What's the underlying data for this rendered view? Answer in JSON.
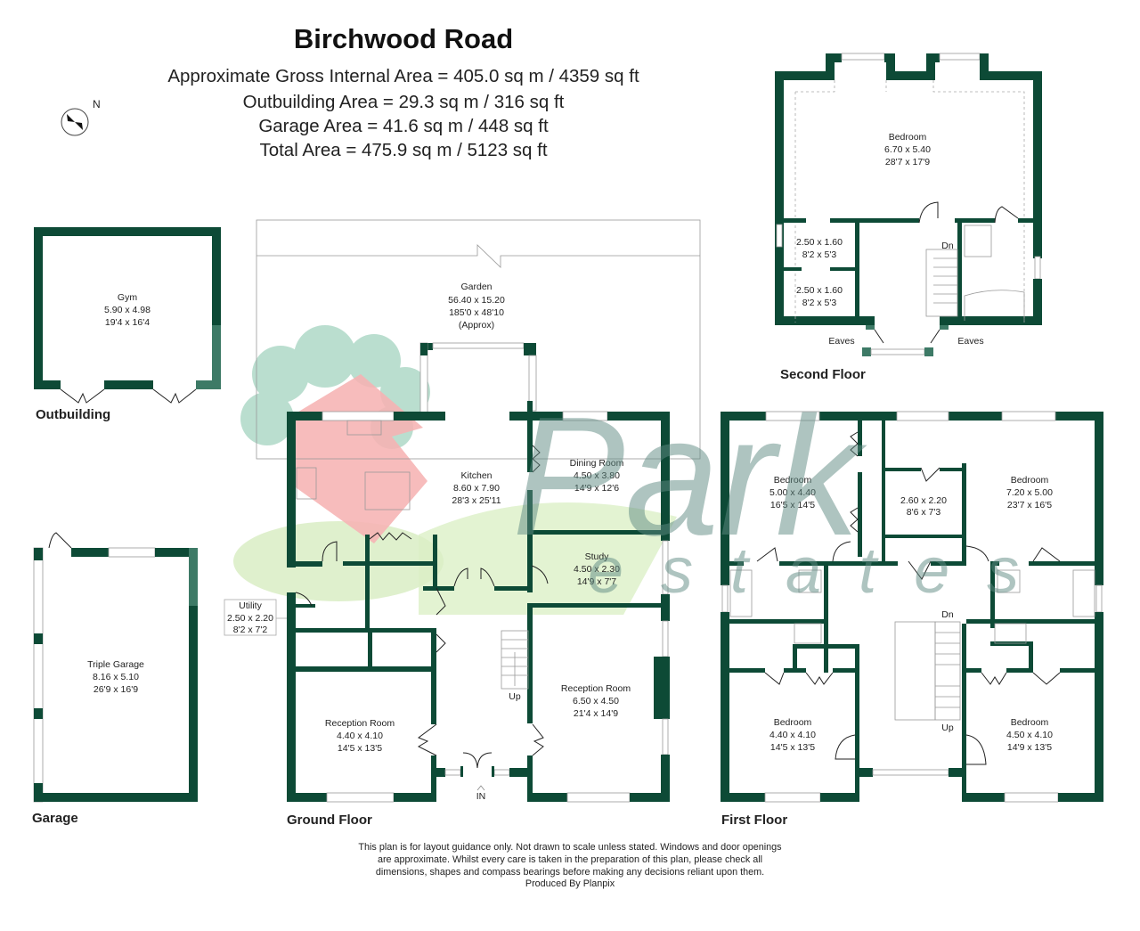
{
  "header": {
    "title": "Birchwood Road",
    "areas": [
      "Approximate Gross Internal Area = 405.0 sq m / 4359 sq ft",
      "Outbuilding Area = 29.3 sq m / 316 sq ft",
      "Garage Area = 41.6 sq m / 448 sq ft",
      "Total Area = 475.9 sq m / 5123 sq ft"
    ],
    "compass_label": "N"
  },
  "colors": {
    "wall": "#0d4a36",
    "wall_light": "#3d7a66",
    "watermark_grey": "#9bb3ad",
    "watermark_tree": "#8fc7b0",
    "watermark_roof": "#f2a0a0",
    "watermark_lawn": "#c8e6a8"
  },
  "watermark": {
    "word1": "Park",
    "word2": "estates"
  },
  "outbuilding": {
    "label": "Outbuilding",
    "rooms": [
      {
        "name": "Gym",
        "metric": "5.90 x 4.98",
        "imperial": "19'4 x 16'4"
      }
    ]
  },
  "garage": {
    "label": "Garage",
    "rooms": [
      {
        "name": "Triple Garage",
        "metric": "8.16 x 5.10",
        "imperial": "26'9 x 16'9"
      }
    ]
  },
  "garden": {
    "name": "Garden",
    "metric": "56.40 x 15.20",
    "imperial": "185'0 x 48'10",
    "note": "(Approx)"
  },
  "ground_floor": {
    "label": "Ground Floor",
    "rooms": [
      {
        "name": "Kitchen",
        "metric": "8.60 x 7.90",
        "imperial": "28'3 x 25'11"
      },
      {
        "name": "Dining Room",
        "metric": "4.50 x 3.80",
        "imperial": "14'9 x 12'6"
      },
      {
        "name": "Study",
        "metric": "4.50 x 2.30",
        "imperial": "14'9 x 7'7"
      },
      {
        "name": "Utility",
        "metric": "2.50 x 2.20",
        "imperial": "8'2 x 7'2"
      },
      {
        "name": "Reception Room",
        "metric": "4.40 x 4.10",
        "imperial": "14'5 x 13'5"
      },
      {
        "name": "Reception Room",
        "metric": "6.50 x 4.50",
        "imperial": "21'4 x 14'9"
      }
    ],
    "stairs_label": "Up",
    "entrance_label": "IN"
  },
  "first_floor": {
    "label": "First Floor",
    "rooms": [
      {
        "name": "Bedroom",
        "metric": "5.00 x 4.40",
        "imperial": "16'5 x 14'5"
      },
      {
        "name": "",
        "metric": "2.60 x 2.20",
        "imperial": "8'6 x 7'3"
      },
      {
        "name": "Bedroom",
        "metric": "7.20 x 5.00",
        "imperial": "23'7 x 16'5"
      },
      {
        "name": "Bedroom",
        "metric": "4.40 x 4.10",
        "imperial": "14'5 x 13'5"
      },
      {
        "name": "Bedroom",
        "metric": "4.50 x 4.10",
        "imperial": "14'9 x 13'5"
      }
    ],
    "stairs_down": "Dn",
    "stairs_up": "Up"
  },
  "second_floor": {
    "label": "Second Floor",
    "rooms": [
      {
        "name": "Bedroom",
        "metric": "6.70 x 5.40",
        "imperial": "28'7 x 17'9"
      },
      {
        "name": "",
        "metric": "2.50 x 1.60",
        "imperial": "8'2 x 5'3"
      },
      {
        "name": "",
        "metric": "2.50 x 1.60",
        "imperial": "8'2 x 5'3"
      }
    ],
    "stairs_down": "Dn",
    "eaves_left": "Eaves",
    "eaves_right": "Eaves"
  },
  "footer": {
    "disclaimer_lines": [
      "This plan is for layout guidance only. Not drawn to scale unless stated. Windows and door openings",
      "are approximate. Whilst every care is taken in the preparation of this plan, please check all",
      "dimensions, shapes and compass bearings before making any decisions reliant upon them.",
      "Produced By Planpix"
    ]
  }
}
